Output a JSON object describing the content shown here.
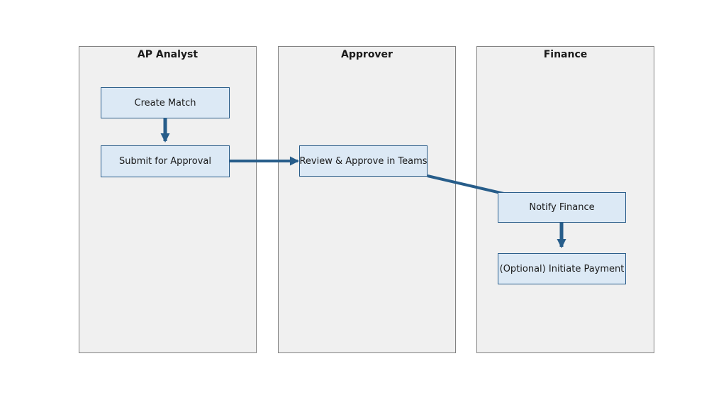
{
  "diagram": {
    "type": "swimlane-flowchart",
    "lanes": {
      "ap_analyst": {
        "title": "AP Analyst"
      },
      "approver": {
        "title": "Approver"
      },
      "finance": {
        "title": "Finance"
      }
    },
    "nodes": {
      "create_match": {
        "label": "Create Match",
        "lane": "ap_analyst"
      },
      "submit_for_approval": {
        "label": "Submit for Approval",
        "lane": "ap_analyst"
      },
      "review_approve": {
        "label": "Review & Approve in Teams",
        "lane": "approver"
      },
      "notify_finance": {
        "label": "Notify Finance",
        "lane": "finance"
      },
      "initiate_payment": {
        "label": "(Optional) Initiate Payment",
        "lane": "finance"
      }
    },
    "edges": [
      {
        "from": "create_match",
        "to": "submit_for_approval"
      },
      {
        "from": "submit_for_approval",
        "to": "review_approve"
      },
      {
        "from": "review_approve",
        "to": "notify_finance"
      },
      {
        "from": "notify_finance",
        "to": "initiate_payment"
      }
    ],
    "colors": {
      "lane_fill": "#f0f0f0",
      "lane_border": "#828282",
      "node_fill": "#dce9f5",
      "node_border": "#2a5d8a",
      "arrow": "#275d8a",
      "text": "#1a1a1a",
      "background": "#ffffff"
    }
  }
}
